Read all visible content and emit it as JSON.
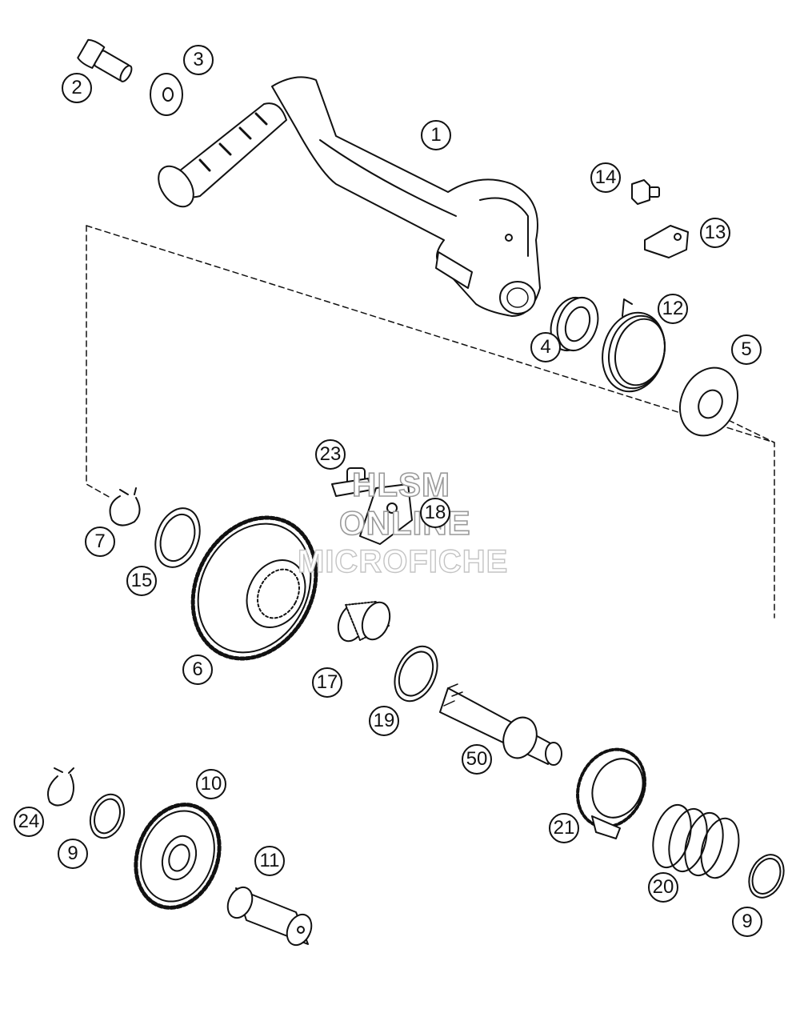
{
  "colors": {
    "line": "#111111",
    "background": "#ffffff",
    "watermark": "#9a9a9a"
  },
  "watermark": {
    "line1": "HLSM",
    "line2": "ONLINE",
    "line3": "MICROFICHE"
  },
  "callouts": [
    {
      "id": "c1",
      "label": "1"
    },
    {
      "id": "c2",
      "label": "2"
    },
    {
      "id": "c3",
      "label": "3"
    },
    {
      "id": "c4",
      "label": "4"
    },
    {
      "id": "c5",
      "label": "5"
    },
    {
      "id": "c6",
      "label": "6"
    },
    {
      "id": "c7",
      "label": "7"
    },
    {
      "id": "c9a",
      "label": "9"
    },
    {
      "id": "c9b",
      "label": "9"
    },
    {
      "id": "c10",
      "label": "10"
    },
    {
      "id": "c11",
      "label": "11"
    },
    {
      "id": "c12",
      "label": "12"
    },
    {
      "id": "c13",
      "label": "13"
    },
    {
      "id": "c14",
      "label": "14"
    },
    {
      "id": "c15",
      "label": "15"
    },
    {
      "id": "c17",
      "label": "17"
    },
    {
      "id": "c18",
      "label": "18"
    },
    {
      "id": "c19",
      "label": "19"
    },
    {
      "id": "c20",
      "label": "20"
    },
    {
      "id": "c21",
      "label": "21"
    },
    {
      "id": "c23",
      "label": "23"
    },
    {
      "id": "c24",
      "label": "24"
    },
    {
      "id": "c50",
      "label": "50"
    }
  ]
}
